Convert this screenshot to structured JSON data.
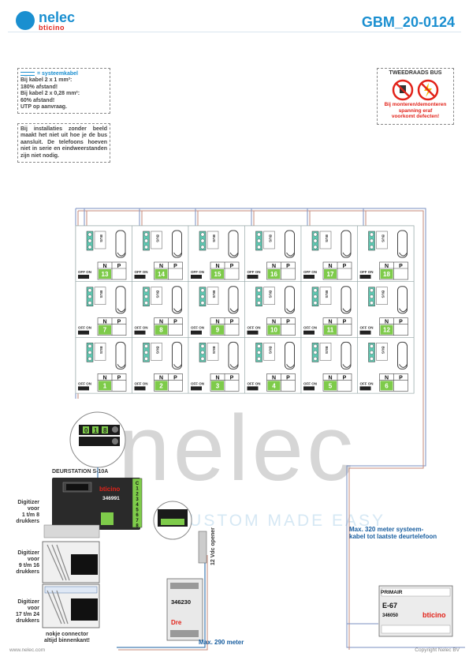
{
  "header": {
    "brand": "nelec",
    "brand_sub": "bticino",
    "doc_code": "GBM_20-0124"
  },
  "notes": {
    "legend_label": "= systeemkabel",
    "cable_lines": [
      "Bij kabel 2 x 1 mm²:",
      "180% afstand!",
      "Bij kabel 2 x 0,28 mm²:",
      "60% afstand!",
      "UTP op aanvraag."
    ],
    "install_note": "Bij installaties zonder beeld maakt het niet uit hoe je de bus aansluit. De telefoons hoeven niet in serie en eindweerstanden zijn niet nodig."
  },
  "warning": {
    "title": "TWEEDRAADS BUS",
    "note_lines": [
      "Bij monteren/demonteren",
      "spanning eraf",
      "voorkomt defecten!"
    ]
  },
  "handset_grid": {
    "bus_label": "BUS",
    "switch_label": "OFF ON",
    "n_label": "N",
    "p_label": "P",
    "rows": [
      [
        "13",
        "14",
        "15",
        "16",
        "17",
        "18"
      ],
      [
        "7",
        "8",
        "9",
        "10",
        "11",
        "12"
      ],
      [
        "1",
        "2",
        "3",
        "4",
        "5",
        "6"
      ]
    ]
  },
  "zoom_detail": {
    "digits": [
      "0",
      "1",
      "8"
    ]
  },
  "door_station": {
    "title": "DEURSTATION S-10A",
    "brand": "bticino",
    "model": "346991",
    "terminals": [
      "C",
      "1",
      "2",
      "3",
      "4",
      "5",
      "6",
      "7",
      "8"
    ]
  },
  "digitizers": {
    "labels": [
      "Digitizer\nvoor\n1 t/m 8\ndrukkers",
      "Digitizer\nvoor\n9 t/m 16\ndrukkers",
      "Digitizer\nvoor\n17 t/m 24\ndrukkers"
    ],
    "connector_note": "nokje connector\naltijd binnenkant!"
  },
  "power_unit": {
    "model": "346230",
    "brand_tag": "Dre"
  },
  "opener": {
    "label": "12 Vdc opener"
  },
  "primary_supply": {
    "label": "PRIMAIR",
    "model": "E-67",
    "code": "346050",
    "brand": "bticino"
  },
  "cable_notes": {
    "max_320": "Max. 320 meter systeem-\nkabel tot laatste deurtelefoon",
    "max_290": "Max. 290 meter"
  },
  "watermark": {
    "main": "nelec",
    "sub": "CUSTOM MADE EASY"
  },
  "footer": {
    "left": "www.nelec.com",
    "right": "Copyright Nelec BV"
  }
}
